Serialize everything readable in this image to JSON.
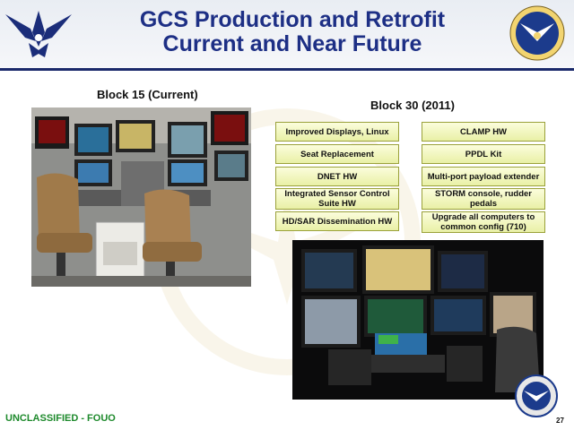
{
  "header": {
    "title_line1": "GCS Production and Retrofit",
    "title_line2": "Current and Near Future"
  },
  "icons": {
    "left_logo": "air-force-wings-logo",
    "right_seal": "research-laboratory-seal"
  },
  "left_panel": {
    "label": "Block 15 (Current)"
  },
  "right_panel": {
    "label": "Block 30 (2011)",
    "left_column": [
      "Improved Displays, Linux",
      "Seat Replacement",
      "DNET HW",
      "Integrated Sensor Control Suite HW",
      "HD/SAR Dissemination HW"
    ],
    "right_column": [
      "CLAMP HW",
      "PPDL  Kit",
      "Multi-port payload extender",
      "STORM console, rudder pedals",
      "Upgrade all computers to common config (710)"
    ]
  },
  "footer": {
    "classification": "UNCLASSIFIED - FOUO",
    "page_number": "27"
  },
  "colors": {
    "title": "#1d2f85",
    "header_rule": "#1b2a6b",
    "box_fill": "#eef4b4",
    "box_border": "#9aa13a",
    "classification": "#1e8a2c"
  }
}
